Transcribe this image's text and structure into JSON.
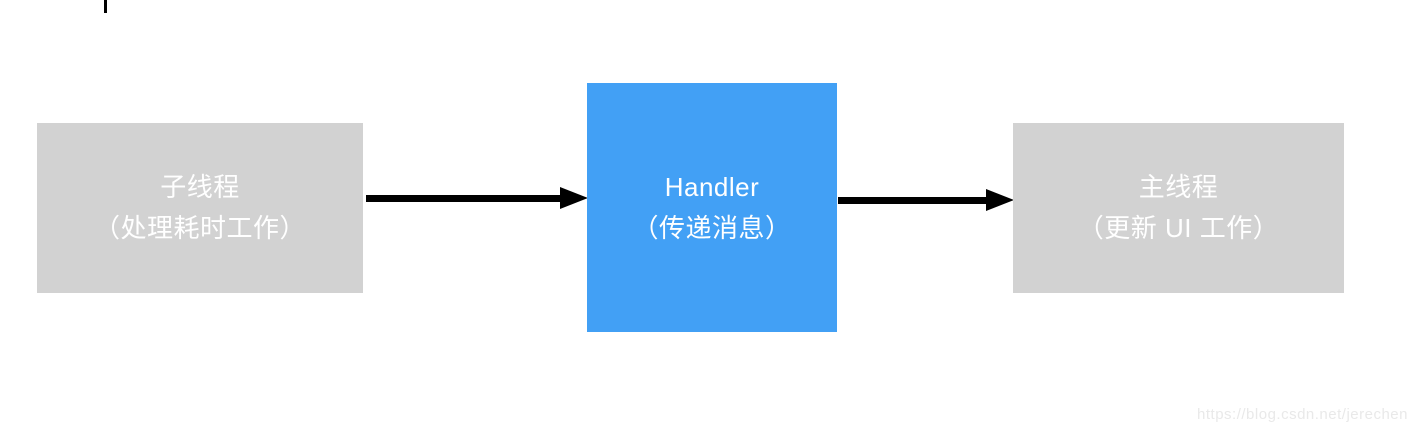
{
  "canvas": {
    "background": "#ffffff"
  },
  "diagram": {
    "nodes": [
      {
        "id": "child-thread",
        "line1": "子线程",
        "line2": "（处理耗时工作）",
        "bg": "#d2d2d2",
        "text_color": "#ffffff"
      },
      {
        "id": "handler",
        "line1": "Handler",
        "line2": "（传递消息）",
        "bg": "#42a0f5",
        "text_color": "#ffffff"
      },
      {
        "id": "main-thread",
        "line1": "主线程",
        "line2": "（更新 UI 工作）",
        "bg": "#d2d2d2",
        "text_color": "#ffffff"
      }
    ],
    "arrows": [
      {
        "from": "child-thread",
        "to": "handler",
        "color": "#000000"
      },
      {
        "from": "handler",
        "to": "main-thread",
        "color": "#000000"
      }
    ]
  },
  "watermark": {
    "text": "https://blog.csdn.net/jerechen",
    "color": "#e9e9e9"
  }
}
